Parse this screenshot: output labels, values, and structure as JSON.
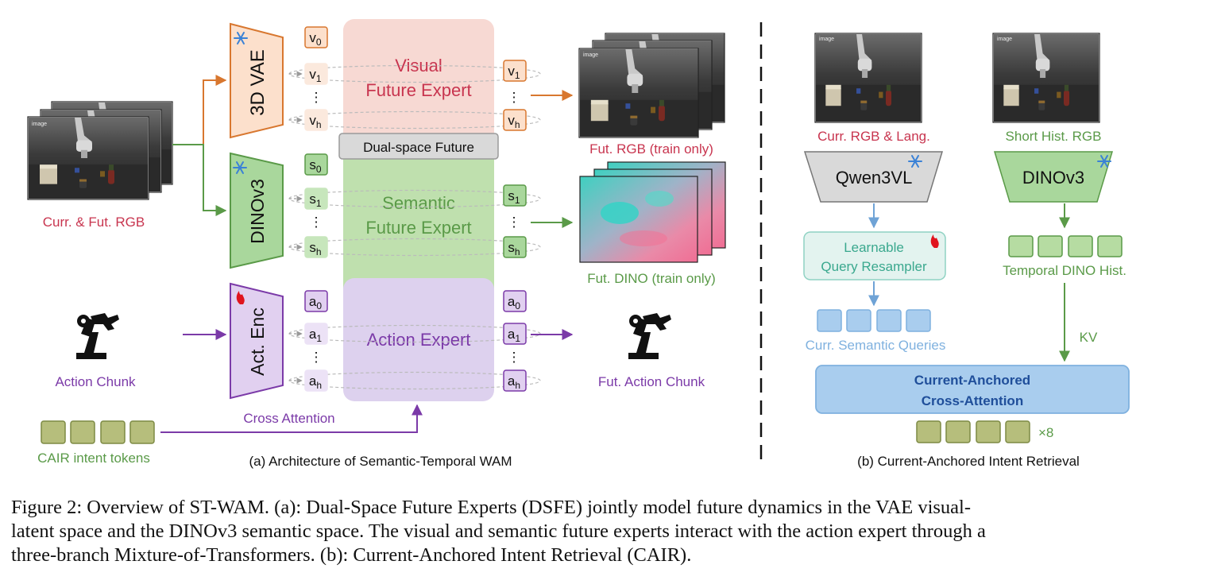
{
  "panel_a": {
    "input_label": "Curr. & Fut. RGB",
    "vae_label": "3D VAE",
    "dino_label": "DINOv3",
    "act_enc_label": "Act. Enc",
    "visual_expert": [
      "Visual",
      "Future Expert"
    ],
    "dual_space": "Dual-space Future",
    "semantic_expert": [
      "Semantic",
      "Future Expert"
    ],
    "action_expert": "Action Expert",
    "tokens_v": [
      "v",
      "0",
      "1",
      "h"
    ],
    "tokens_s": [
      "s",
      "0",
      "1",
      "h"
    ],
    "tokens_a": [
      "a",
      "0",
      "1",
      "h"
    ],
    "vdots": "⋮",
    "fut_rgb": "Fut. RGB (train only)",
    "fut_dino": "Fut. DINO (train only)",
    "action_chunk": "Action Chunk",
    "fut_action_chunk": "Fut. Action Chunk",
    "cross_attention": "Cross Attention",
    "cair_tokens": "CAIR intent tokens",
    "image_tag": "image",
    "subcaption": "(a) Architecture of Semantic-Temporal WAM"
  },
  "panel_b": {
    "curr_label": "Curr. RGB & Lang.",
    "hist_label": "Short Hist. RGB",
    "qwen": "Qwen3VL",
    "dino": "DINOv3",
    "resampler": [
      "Learnable",
      "Query Resampler"
    ],
    "temporal": "Temporal DINO Hist.",
    "queries": "Curr. Semantic Queries",
    "kv": "KV",
    "attention": [
      "Current-Anchored",
      "Cross-Attention"
    ],
    "times": "×8",
    "image_tag": "image",
    "subcaption": "(b) Current-Anchored Intent Retrieval"
  },
  "caption": [
    "Figure 2: Overview of ST-WAM. (a): Dual-Space Future Experts (DSFE) jointly model future dynamics in the VAE visual-",
    "latent space and the DINOv3 semantic space. The visual and semantic future experts interact with the action expert through a",
    "three-branch Mixture-of-Transformers. (b): Current-Anchored Intent Retrieval (CAIR)."
  ],
  "colors": {
    "visual": "#c8354f",
    "orange": "#d8772f",
    "green": "#5a9a48",
    "purple": "#7b3aa8",
    "blue": "#6fa3d6",
    "olive": "#b6be7c",
    "navy": "#1f4e9a"
  },
  "icons": [
    "snowflake-icon",
    "flame-icon",
    "robot-arm-icon"
  ]
}
